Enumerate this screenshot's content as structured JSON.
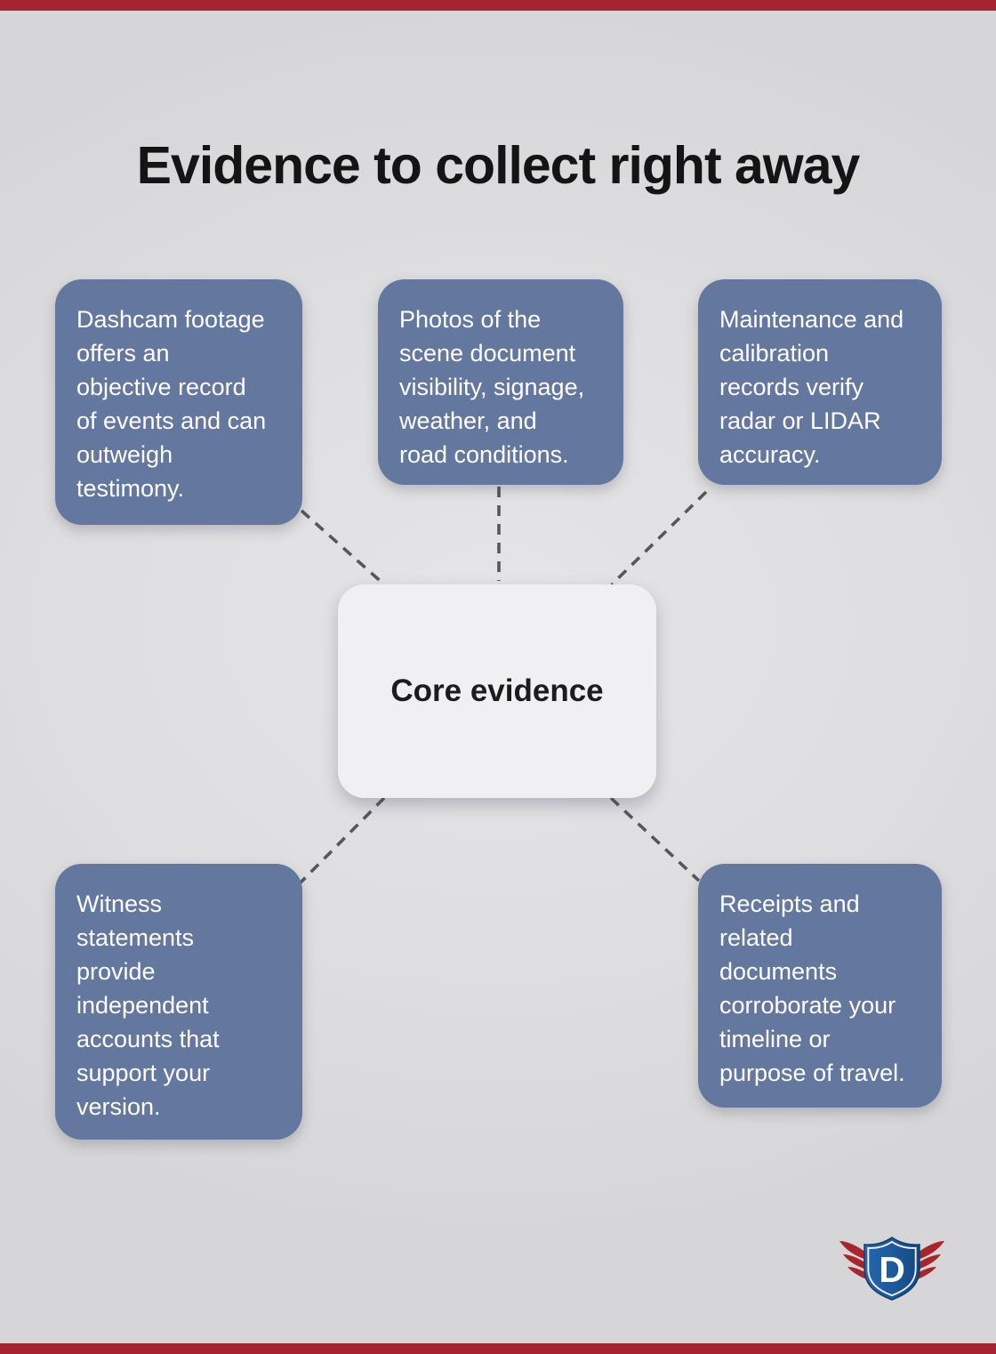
{
  "page": {
    "title": "Evidence to collect right away",
    "background_color": "#dedee0",
    "accent_bar_color": "#a42433"
  },
  "center_node": {
    "label": "Core evidence",
    "background_color": "#f0f0f3",
    "text_color": "#1c1c1c"
  },
  "node_style": {
    "background_color": "#64779f",
    "text_color": "#ffffff"
  },
  "nodes": [
    {
      "id": "dashcam",
      "text": "Dashcam footage\noffers an\nobjective record\nof events and can\noutweigh\ntestimony."
    },
    {
      "id": "photos",
      "text": "Photos of the\nscene document\nvisibility, signage,\nweather, and\nroad conditions."
    },
    {
      "id": "maintenance",
      "text": "Maintenance and\ncalibration\nrecords verify\nradar or LIDAR\naccuracy."
    },
    {
      "id": "witness",
      "text": "Witness\nstatements\nprovide\nindependent\naccounts that\nsupport your\nversion."
    },
    {
      "id": "receipts",
      "text": "Receipts and\nrelated\ndocuments\ncorroborate your\ntimeline or\npurpose of travel."
    }
  ],
  "connectors": {
    "color": "#575757",
    "style": "dashed"
  },
  "logo": {
    "letter": "D",
    "shield_color": "#1d5a9e",
    "wing_color": "#a8252b"
  }
}
